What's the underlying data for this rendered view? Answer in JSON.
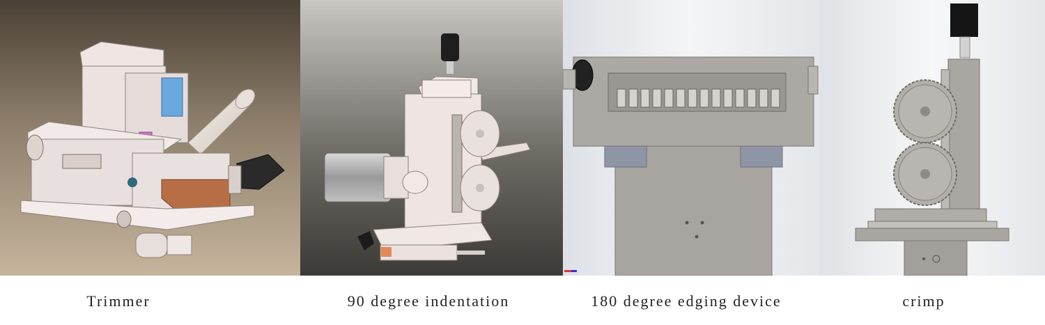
{
  "images": [
    {
      "caption": "Trimmer"
    },
    {
      "caption": "90 degree indentation"
    },
    {
      "caption": "180 degree edging device"
    },
    {
      "caption": "crimp"
    }
  ]
}
